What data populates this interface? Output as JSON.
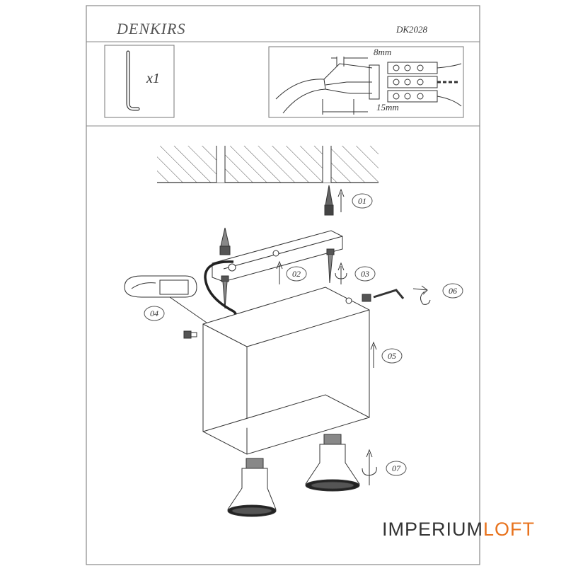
{
  "header": {
    "brand": "DENKIRS",
    "model": "DK2028"
  },
  "kit": {
    "quantity_label": "x1",
    "tool_icon": "hex-key-icon"
  },
  "wiring": {
    "strip_label": "8mm",
    "length_label": "15mm"
  },
  "steps": [
    "01",
    "02",
    "03",
    "04",
    "05",
    "06",
    "07"
  ],
  "watermark": {
    "part1": "IMPERIUM",
    "part2": "LOFT",
    "accent_color": "#e8731e"
  },
  "colors": {
    "line": "#333333",
    "frame": "#888888"
  }
}
